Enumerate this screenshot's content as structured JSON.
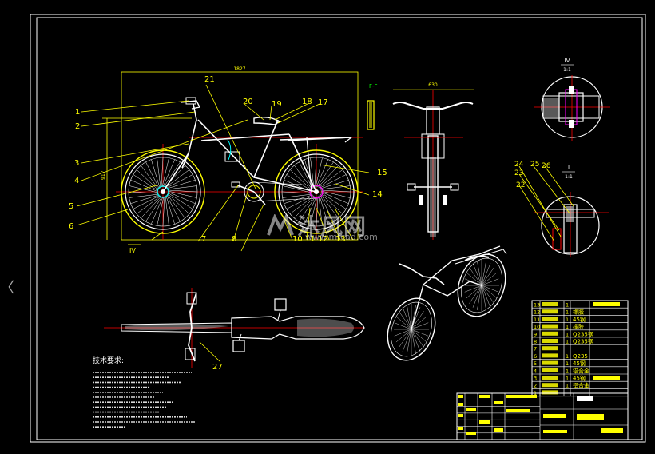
{
  "viewer": {
    "prev_arrow": "〈",
    "watermark_text": "沐风网",
    "watermark_url": "www.mfcad.com"
  },
  "drawing": {
    "dims": {
      "overall_length": "1827",
      "height": "917",
      "bar_width": "630"
    },
    "section_labels": {
      "f": "F-F",
      "iv_title": "IV",
      "iv_scale": "1:1",
      "i_title": "I",
      "i_scale": "1:1",
      "iv_marker": "IV"
    },
    "balloons": [
      "1",
      "2",
      "3",
      "4",
      "5",
      "6",
      "7",
      "8",
      "10",
      "11",
      "12",
      "13",
      "14",
      "15",
      "17",
      "18",
      "19",
      "20",
      "21",
      "22",
      "23",
      "24",
      "25",
      "26",
      "27"
    ],
    "tech_title": "技术要求:",
    "tech_lines_count_note": ""
  },
  "colors": {
    "frame": "#ffffff",
    "outline": "#ffff00",
    "leader": "#ffff00",
    "center": "#ff0000",
    "cyan": "#00ffff",
    "green": "#00ff00",
    "magenta": "#ff00ff",
    "white": "#ffffff"
  },
  "bom": {
    "rows": [
      {
        "no": "13",
        "name": "",
        "qty": "1",
        "mat": ""
      },
      {
        "no": "12",
        "name": "",
        "qty": "1",
        "mat": "橡胶"
      },
      {
        "no": "11",
        "name": "",
        "qty": "1",
        "mat": "45钢"
      },
      {
        "no": "10",
        "name": "",
        "qty": "1",
        "mat": "橡胶"
      },
      {
        "no": "9",
        "name": "",
        "qty": "1",
        "mat": "Q235钢"
      },
      {
        "no": "8",
        "name": "",
        "qty": "1",
        "mat": "Q235钢"
      },
      {
        "no": "7",
        "name": "",
        "qty": "",
        "mat": ""
      },
      {
        "no": "6",
        "name": "",
        "qty": "1",
        "mat": "Q235"
      },
      {
        "no": "5",
        "name": "",
        "qty": "1",
        "mat": "45钢"
      },
      {
        "no": "4",
        "name": "",
        "qty": "1",
        "mat": "铝合金"
      },
      {
        "no": "3",
        "name": "",
        "qty": "1",
        "mat": "45钢"
      },
      {
        "no": "2",
        "name": "",
        "qty": "1",
        "mat": "铝合金"
      },
      {
        "no": "1",
        "name": "",
        "qty": "",
        "mat": ""
      }
    ],
    "lower_rows": [
      {
        "no": "",
        "name": "",
        "qty": "1",
        "mat": "橡胶"
      },
      {
        "no": "",
        "name": "",
        "qty": "1",
        "mat": "铝合金"
      },
      {
        "no": "",
        "name": "",
        "qty": "1",
        "mat": "铝合金"
      }
    ]
  }
}
